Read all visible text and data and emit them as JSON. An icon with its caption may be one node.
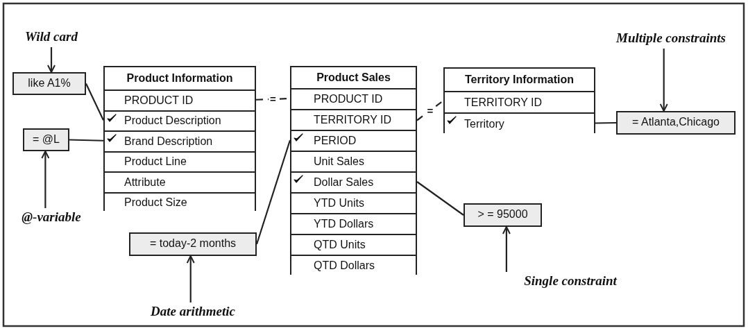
{
  "diagram": {
    "nodes": [
      {
        "text": [
          "Wild card"
        ]
      },
      {
        "text": [
          "like A1%"
        ]
      },
      {
        "text": [
          "= @L"
        ]
      },
      {
        "text": [
          "@-variable"
        ]
      },
      {
        "text": [
          "Product Information"
        ]
      },
      {
        "text": [
          "PRODUCT ID"
        ],
        "in": 4
      },
      {
        "text": [
          "Product Description"
        ],
        "in": 4
      },
      {
        "text": [
          "Brand Description"
        ],
        "in": 4
      },
      {
        "text": [
          "Product Line"
        ],
        "in": 4
      },
      {
        "text": [
          "Attribute"
        ],
        "in": 4
      },
      {
        "text": [
          "Product Size"
        ],
        "in": 4
      },
      {
        "text": [
          "Product Sales"
        ]
      },
      {
        "text": [
          "PRODUCT ID"
        ],
        "in": 11
      },
      {
        "text": [
          "TERRITORY ID"
        ],
        "in": 11
      },
      {
        "text": [
          "PERIOD"
        ],
        "in": 11
      },
      {
        "text": [
          "Unit Sales"
        ],
        "in": 11
      },
      {
        "text": [
          "Dollar Sales"
        ],
        "in": 11
      },
      {
        "text": [
          "YTD Units"
        ],
        "in": 11
      },
      {
        "text": [
          "YTD Dollars"
        ],
        "in": 11
      },
      {
        "text": [
          "QTD Units"
        ],
        "in": 11
      },
      {
        "text": [
          "QTD Dollars"
        ],
        "in": 11
      },
      {
        "text": [
          "Territory Information"
        ]
      },
      {
        "text": [
          "TERRITORY ID"
        ],
        "in": 21
      },
      {
        "text": [
          "Territory"
        ],
        "in": 21
      },
      {
        "text": [
          "Multiple constraints"
        ]
      },
      {
        "text": [
          "= Atlanta,Chicago"
        ]
      },
      {
        "text": [
          "= today-2 months"
        ]
      },
      {
        "text": [
          "Date arithmetic"
        ]
      },
      {
        "text": [
          "> = 95000"
        ]
      },
      {
        "text": [
          "Single constraint"
        ]
      }
    ],
    "edges": [
      {
        "from": 0,
        "to": 1,
        "arrow": "to"
      },
      {
        "from": 3,
        "to": 2,
        "arrow": "to"
      },
      {
        "from": 1,
        "to": 6,
        "arrow": "none"
      },
      {
        "from": 2,
        "to": 7,
        "arrow": "none"
      },
      {
        "from": 5,
        "to": 12,
        "arrow": "none",
        "label": "=",
        "style": "dashed"
      },
      {
        "from": 13,
        "to": 22,
        "arrow": "none",
        "label": "=",
        "style": "dashed"
      },
      {
        "from": 23,
        "to": 25,
        "arrow": "none"
      },
      {
        "from": 24,
        "to": 25,
        "arrow": "to"
      },
      {
        "from": 26,
        "to": 14,
        "arrow": "none"
      },
      {
        "from": 16,
        "to": 28,
        "arrow": "none"
      },
      {
        "from": 29,
        "to": 28,
        "arrow": "to"
      },
      {
        "from": 27,
        "to": 26,
        "arrow": "to"
      }
    ]
  }
}
